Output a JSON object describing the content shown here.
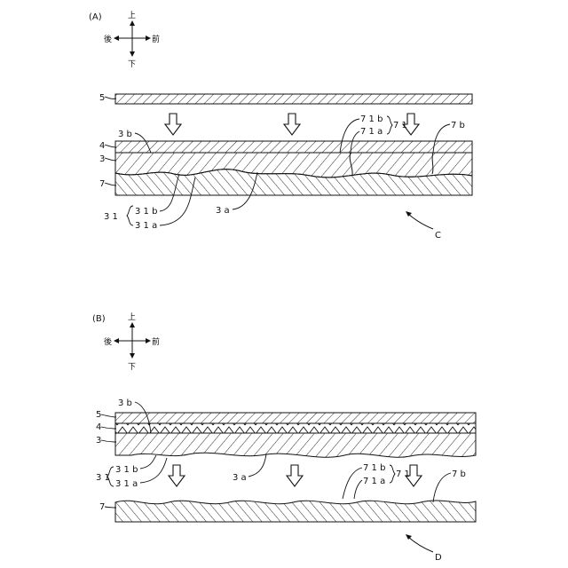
{
  "panel_a": {
    "label": "(A)",
    "compass": {
      "up": "上",
      "down": "下",
      "back": "後",
      "front": "前"
    },
    "refs": {
      "layer_5": "5",
      "layer_4": "4",
      "layer_3": "3",
      "layer_7": "7",
      "ref_3b": "3 b",
      "ref_3a": "3 a",
      "ref_31": "3 1",
      "ref_31b": "3 1 b",
      "ref_31a": "3 1 a",
      "ref_71b": "7 1 b",
      "ref_71a": "7 1 a",
      "ref_71": "7 1",
      "ref_7b": "7 b",
      "view_c": "C"
    }
  },
  "panel_b": {
    "label": "(B)",
    "compass": {
      "up": "上",
      "down": "下",
      "back": "後",
      "front": "前"
    },
    "refs": {
      "layer_5": "5",
      "layer_4": "4",
      "layer_3": "3",
      "layer_7": "7",
      "ref_3b": "3 b",
      "ref_3a": "3 a",
      "ref_31": "3 1",
      "ref_31b": "3 1 b",
      "ref_31a": "3 1 a",
      "ref_71b": "7 1 b",
      "ref_71a": "7 1 a",
      "ref_71": "7 1",
      "ref_7b": "7 b",
      "view_d": "D"
    }
  }
}
